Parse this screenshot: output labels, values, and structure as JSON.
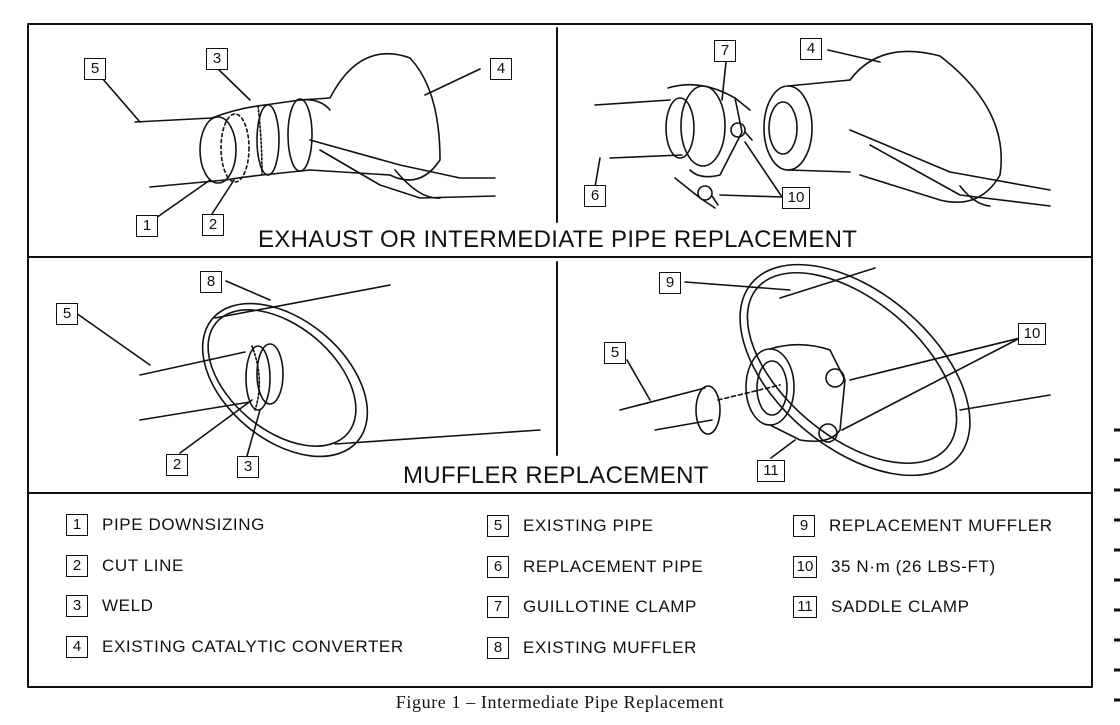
{
  "panels": {
    "exhaust_heading": "EXHAUST OR INTERMEDIATE PIPE REPLACEMENT",
    "muffler_heading": "MUFFLER REPLACEMENT"
  },
  "callouts": {
    "top_left": [
      "5",
      "3",
      "4",
      "1",
      "2"
    ],
    "top_right": [
      "7",
      "4",
      "6",
      "10"
    ],
    "bottom_left": [
      "8",
      "5",
      "2",
      "3"
    ],
    "bottom_right": [
      "9",
      "5",
      "10",
      "11"
    ]
  },
  "legend": [
    {
      "num": "1",
      "text": "PIPE DOWNSIZING"
    },
    {
      "num": "2",
      "text": "CUT LINE"
    },
    {
      "num": "3",
      "text": "WELD"
    },
    {
      "num": "4",
      "text": "EXISTING CATALYTIC CONVERTER"
    },
    {
      "num": "5",
      "text": "EXISTING PIPE"
    },
    {
      "num": "6",
      "text": "REPLACEMENT PIPE"
    },
    {
      "num": "7",
      "text": "GUILLOTINE CLAMP"
    },
    {
      "num": "8",
      "text": "EXISTING MUFFLER"
    },
    {
      "num": "9",
      "text": "REPLACEMENT MUFFLER"
    },
    {
      "num": "10",
      "text": "35 N·m (26 LBS-FT)"
    },
    {
      "num": "11",
      "text": "SADDLE CLAMP"
    }
  ],
  "caption": "Figure 1 – Intermediate Pipe Replacement"
}
